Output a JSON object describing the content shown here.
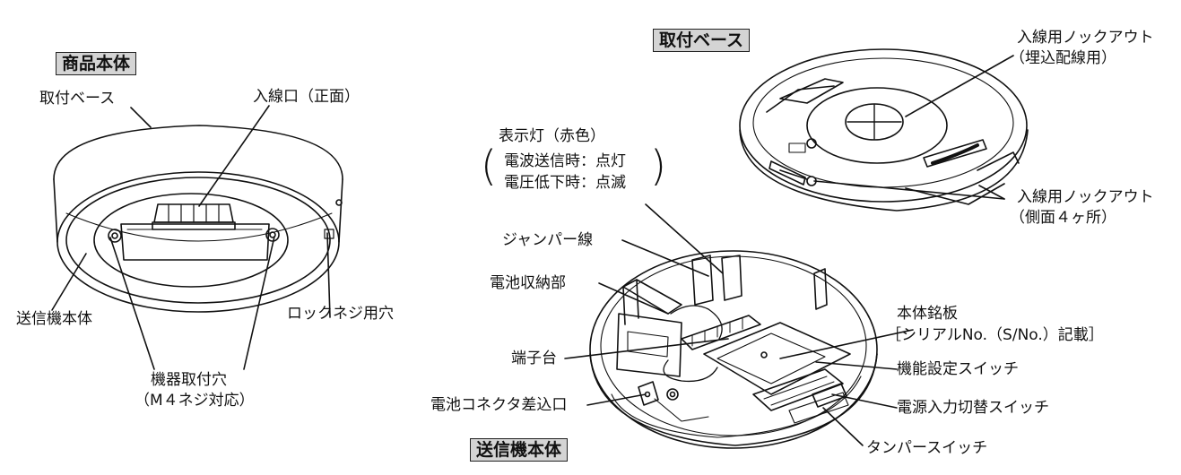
{
  "sections": {
    "product_body": "商品本体",
    "mounting_base": "取付ベース",
    "transmitter_body": "送信機本体"
  },
  "labels": {
    "base_on_product": "取付ベース",
    "wire_entry_front": "入線口（正面）",
    "transmitter_body": "送信機本体",
    "lock_screw_hole": "ロックネジ用穴",
    "mounting_hole": "機器取付穴",
    "mounting_hole_note": "（M４ネジ対応）",
    "indicator_lamp": "表示灯（赤色）",
    "indicator_tx": "電波送信時：点灯",
    "indicator_lowv": "電圧低下時：点滅",
    "jumper_wire": "ジャンパー線",
    "battery_compartment": "電池収納部",
    "terminal_block": "端子台",
    "battery_connector": "電池コネクタ差込口",
    "knockout_top": "入線用ノックアウト",
    "knockout_top_note": "（埋込配線用）",
    "knockout_side": "入線用ノックアウト",
    "knockout_side_note": "（側面４ヶ所）",
    "nameplate": "本体銘板",
    "nameplate_note": "［シリアルNo.（S/No.）記載］",
    "function_switch": "機能設定スイッチ",
    "power_switch": "電源入力切替スイッチ",
    "tamper_switch": "タンパースイッチ"
  },
  "colors": {
    "line": "#111111",
    "box_fill": "#d4d4d4",
    "background": "#ffffff"
  }
}
